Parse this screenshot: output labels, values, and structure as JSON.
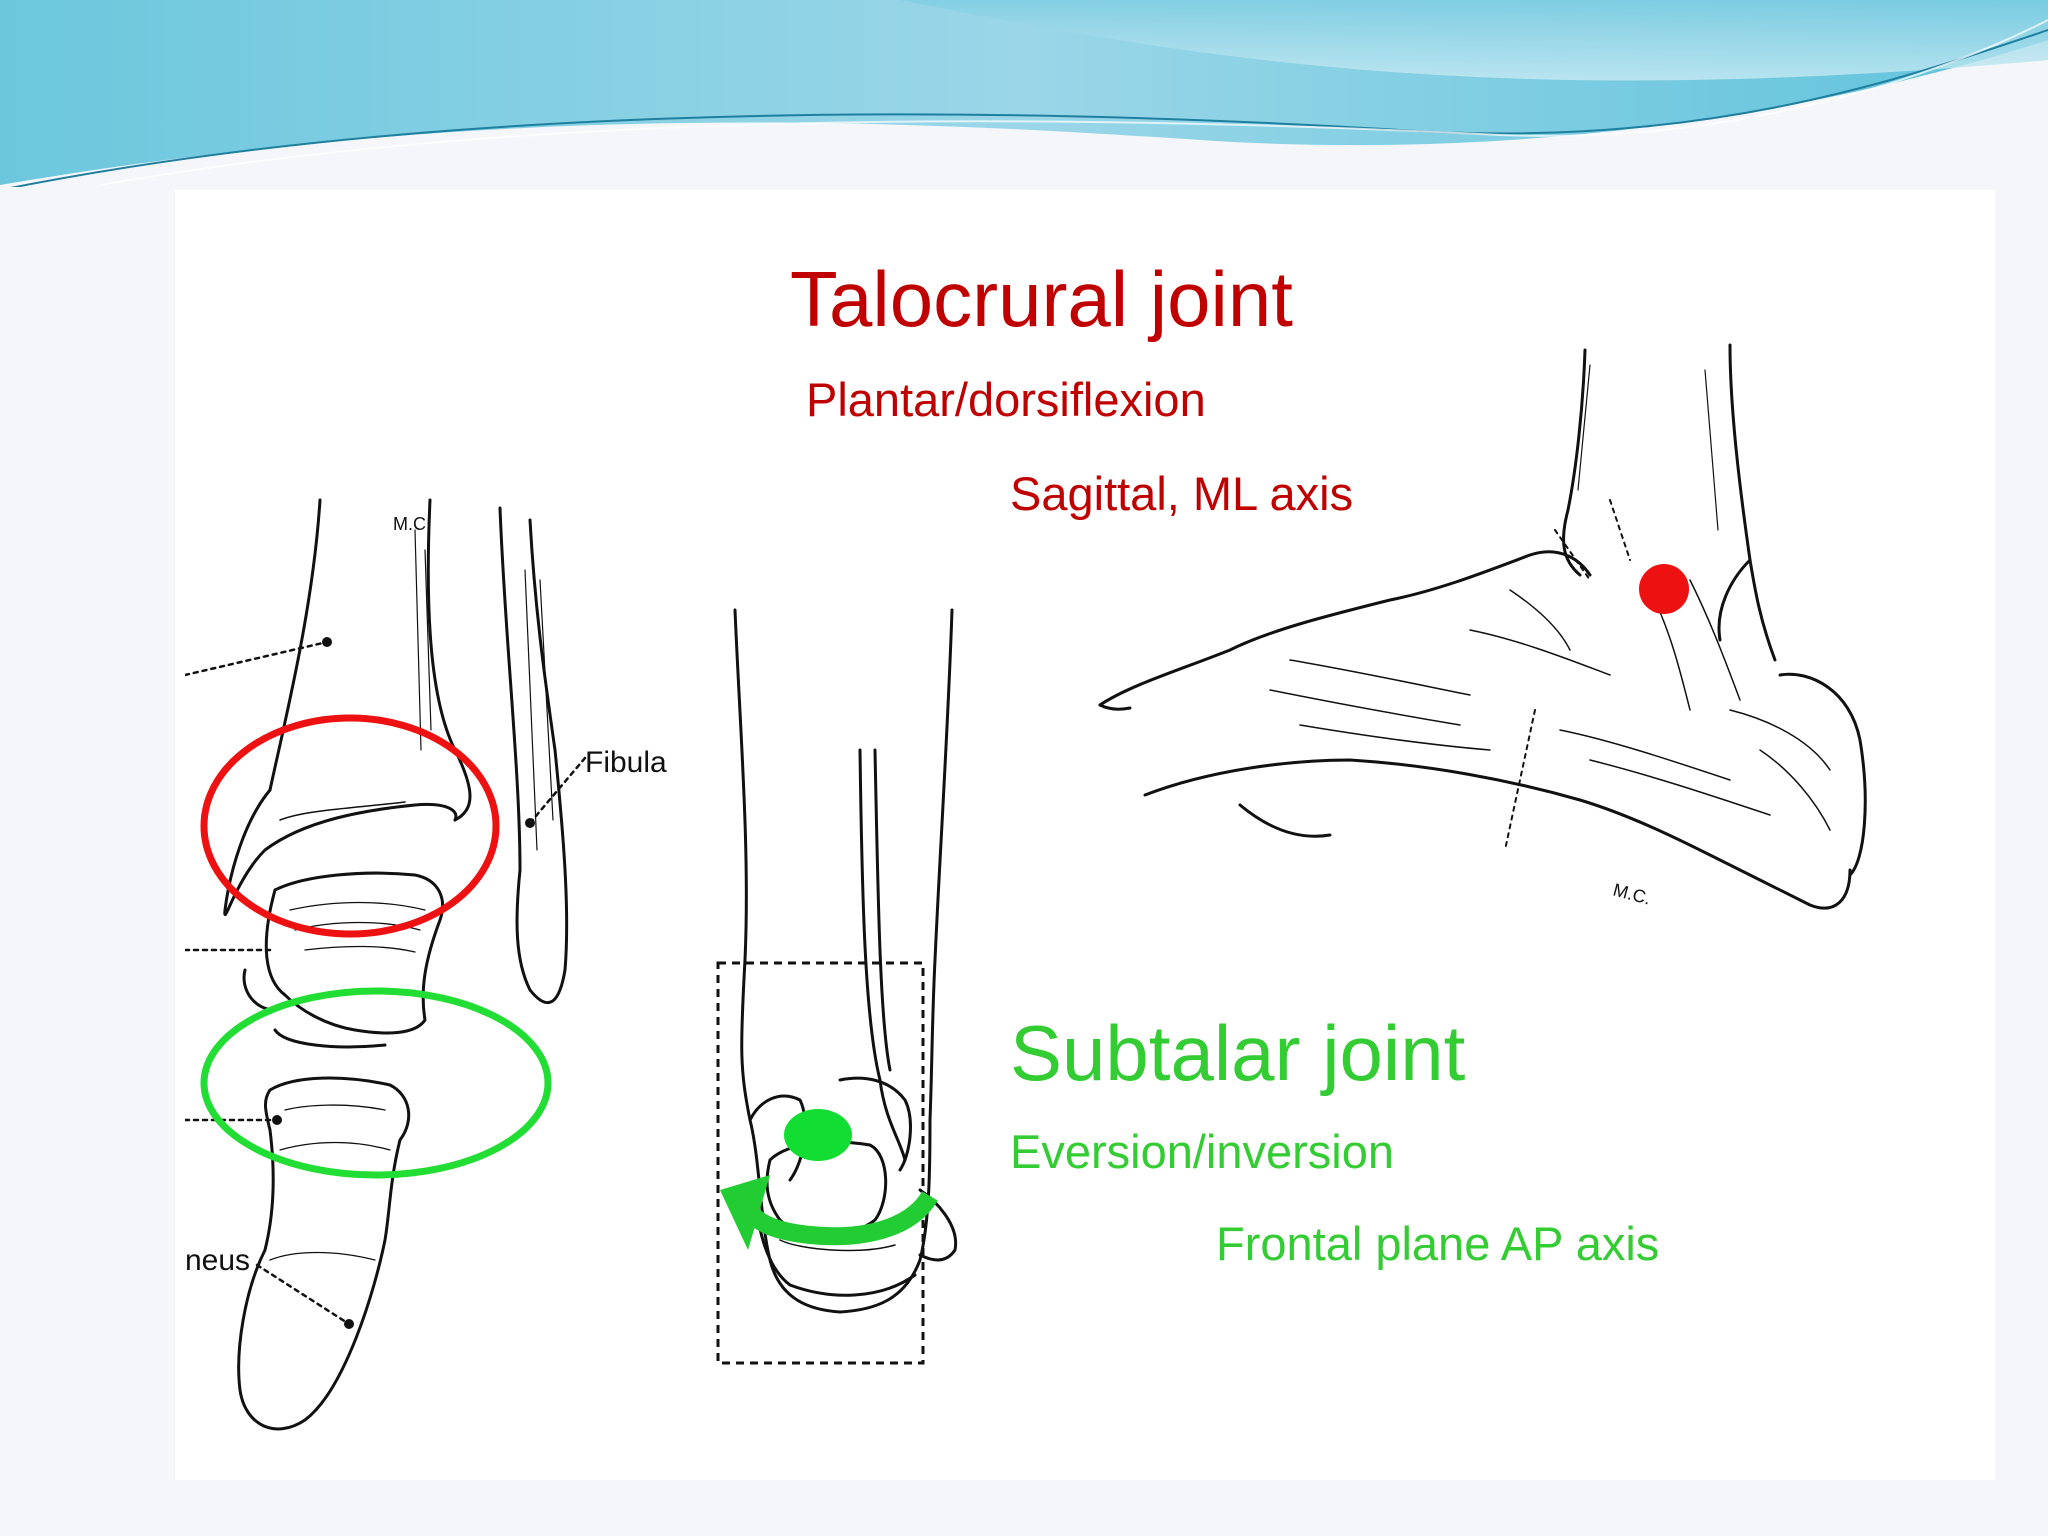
{
  "talocrural": {
    "title": "Talocrural joint",
    "motion": "Plantar/dorsiflexion",
    "plane": "Sagittal, ML axis",
    "color": "#c00000",
    "marker_color": "#ee1111"
  },
  "subtalar": {
    "title": "Subtalar joint",
    "motion": "Eversion/inversion",
    "plane": "Frontal plane AP axis",
    "color": "#33cc33",
    "marker_color": "#11dd33"
  },
  "anterior_view_labels": {
    "fibula": "Fibula",
    "calcaneus_partial": "neus",
    "initials": "M.C."
  },
  "lateral_view_labels": {
    "initials": "M.C."
  },
  "header": {
    "colors": [
      "#5ec6d8",
      "#8fd3e6",
      "#2a8fae"
    ]
  }
}
